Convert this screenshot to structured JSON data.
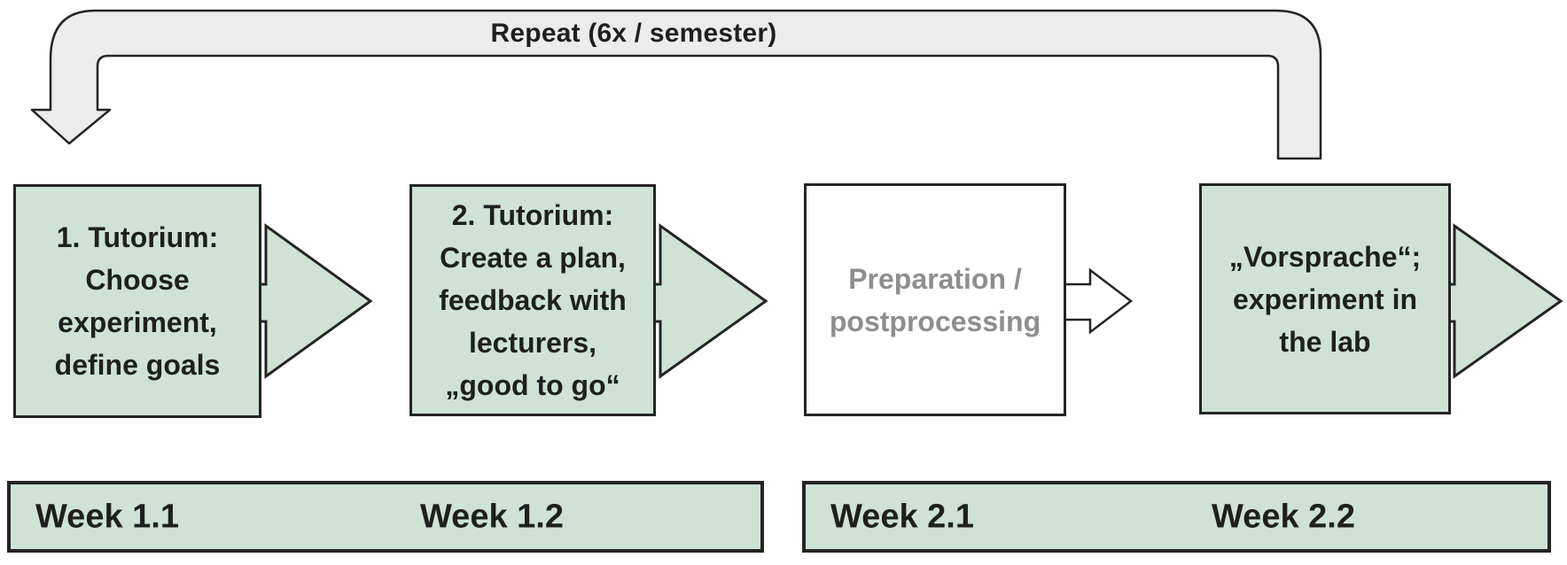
{
  "repeat_arrow": {
    "label": "Repeat (6x / semester)"
  },
  "process_boxes": [
    {
      "id": "tutorium-1",
      "variant": "green",
      "text": "1. Tutorium:\nChoose\nexperiment,\ndefine goals"
    },
    {
      "id": "tutorium-2",
      "variant": "green",
      "text": "2. Tutorium:\nCreate a plan,\nfeedback with\nlecturers,\n„good to go“"
    },
    {
      "id": "preparation",
      "variant": "white",
      "text": "Preparation /\npostprocessing"
    },
    {
      "id": "vorsprache",
      "variant": "green",
      "text": "„Vorsprache“;\nexperiment in\nthe lab"
    }
  ],
  "week_bars": [
    {
      "labels": [
        "Week 1.1",
        "Week 1.2"
      ]
    },
    {
      "labels": [
        "Week 2.1",
        "Week 2.2"
      ]
    }
  ],
  "colors": {
    "box-green": "#cfe2d5",
    "ribbon-gray": "#ececec",
    "line": "#242424",
    "muted-text": "#8e8e8e",
    "text": "#1f1f1f"
  }
}
